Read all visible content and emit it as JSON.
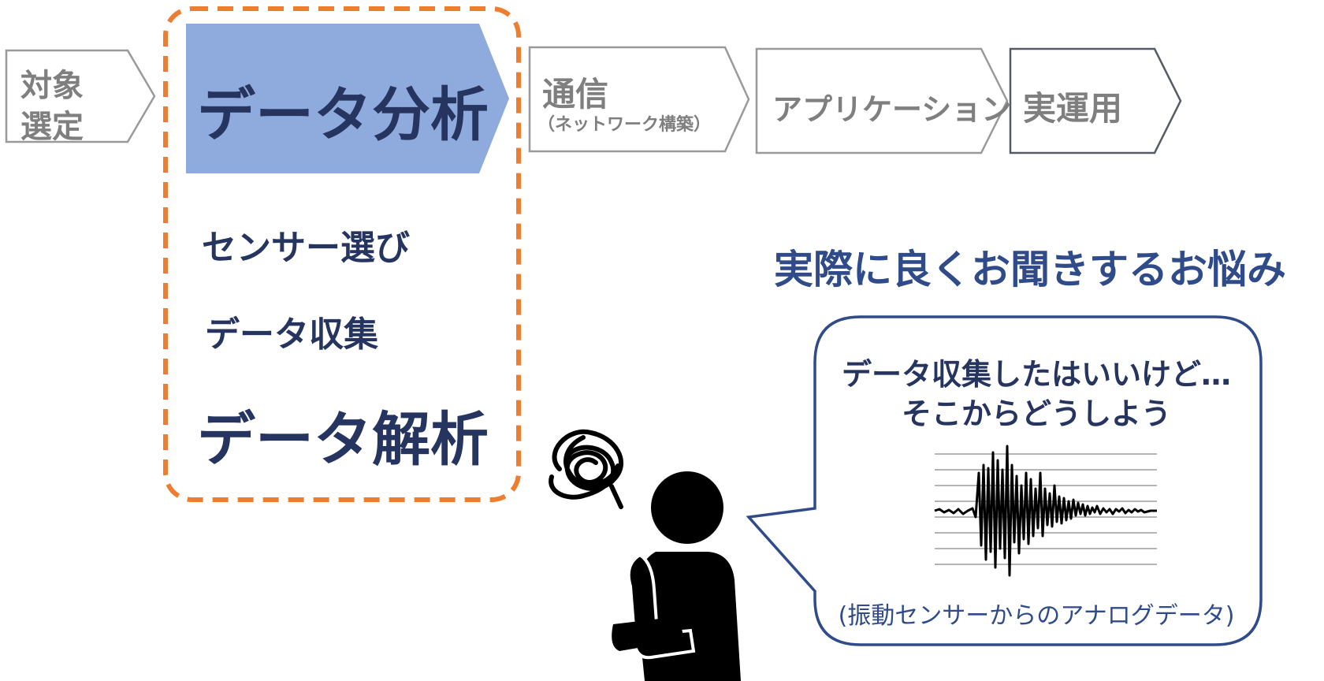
{
  "steps": [
    {
      "lines": [
        "対象",
        "選定"
      ]
    },
    {
      "label": "データ分析"
    },
    {
      "label": "通信",
      "sub": "（ネットワーク構築）"
    },
    {
      "label": "アプリケーション"
    },
    {
      "label": "実運用"
    }
  ],
  "analysis_items": [
    "センサー選び",
    "データ収集",
    "データ解析"
  ],
  "headline": "実際に良くお聞きするお悩み",
  "bubble": {
    "line1": "データ収集したはいいけど…",
    "line2": "そこからどうしよう",
    "caption": "(振動センサーからのアナログデータ)"
  },
  "icons": [
    "worried-person-icon",
    "tangled-thought-icon",
    "waveform-icon"
  ],
  "colors": {
    "accent_orange": "#ed7d31",
    "highlight_blue": "#8faadc",
    "navy_text": "#263460",
    "bubble_border": "#2f4b8a",
    "step_gray": "#7f7f7f"
  }
}
